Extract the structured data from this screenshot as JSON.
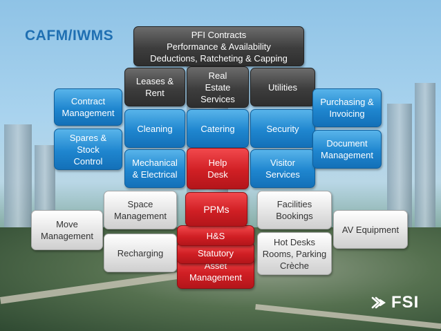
{
  "title": "CAFM/IWMS",
  "top": {
    "pfi": "PFI Contracts\nPerformance & Availability\nDeductions, Ratcheting & Capping"
  },
  "left": {
    "contract": "Contract\nManagement",
    "spares": "Spares &\nStock\nControl",
    "move": "Move\nManagement",
    "space": "Space\nManagement",
    "recharging": "Recharging"
  },
  "middle": {
    "leases": "Leases &\nRent",
    "real_estate": "Real\nEstate\nServices",
    "utilities": "Utilities",
    "cleaning": "Cleaning",
    "catering": "Catering",
    "security": "Security",
    "mechanical": "Mechanical\n& Electrical",
    "help_desk": "Help\nDesk",
    "visitor": "Visitor\nServices",
    "ppms": "PPMs",
    "hs": "H&S",
    "statutory": "Statutory",
    "asset": "Asset\nManagement"
  },
  "right": {
    "purchasing": "Purchasing &\nInvoicing",
    "document": "Document\nManagement",
    "facilities": "Facilities\nBookings",
    "hot_desks": "Hot Desks\nRooms, Parking\nCrèche",
    "av": "AV Equipment"
  },
  "logo": {
    "text": "FSI"
  },
  "colors": {
    "title": "#1f6fb2",
    "dark_box": "#3d3d3d",
    "blue_box": "#1f86cf",
    "red_box": "#d01f24",
    "light_box": "#e2e2e2"
  }
}
